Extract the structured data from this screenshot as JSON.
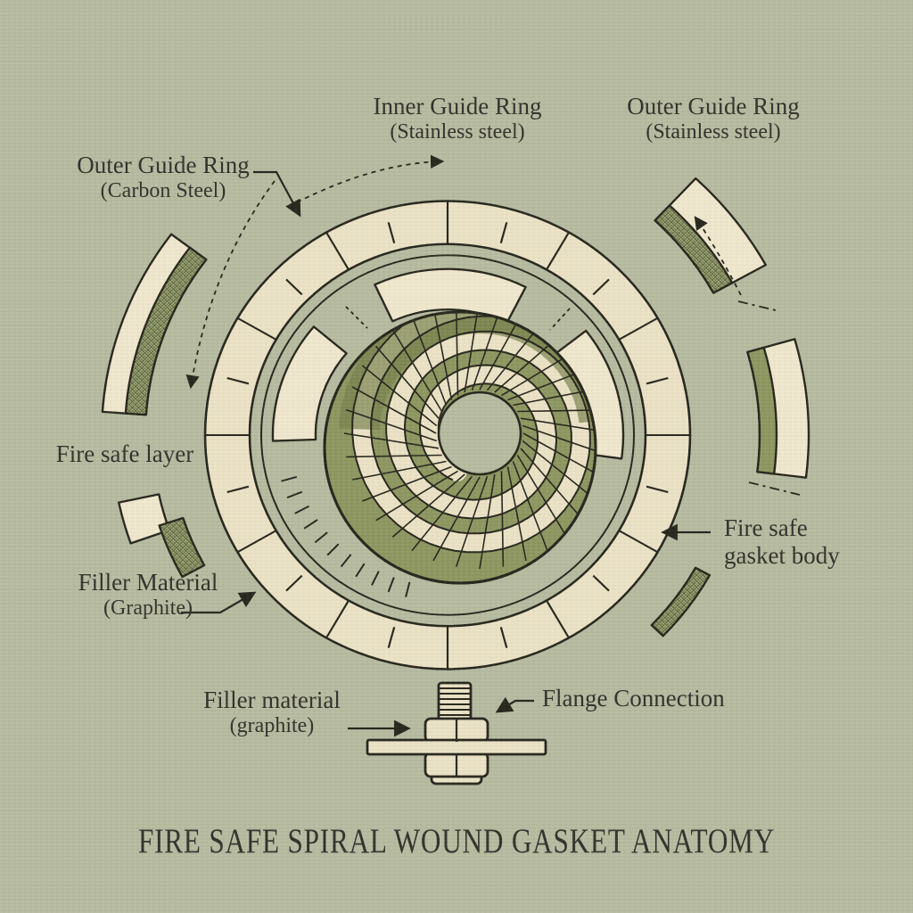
{
  "title": "FIRE SAFE SPIRAL WOUND GASKET ANATOMY",
  "labels": {
    "inner_guide_ring": {
      "name": "Inner Guide Ring",
      "material": "(Stainless steel)"
    },
    "outer_guide_ring_right": {
      "name": "Outer Guide Ring",
      "material": "(Stainless steel)"
    },
    "outer_guide_ring_left": {
      "name": "Outer Guide Ring",
      "material": "(Carbon Steel)"
    },
    "fire_safe_layer": {
      "name": "Fire safe layer"
    },
    "filler_material_upper": {
      "name": "Filler Material",
      "material": "(Graphite)"
    },
    "fire_safe_gasket_body": {
      "line1": "Fire safe",
      "line2": "gasket body"
    },
    "filler_material_lower": {
      "name": "Filler material",
      "material": "(graphite)"
    },
    "flange_connection": {
      "name": "Flange Connection"
    }
  },
  "colors": {
    "background": "#b7bba0",
    "cream": "#ece3c6",
    "cream_light": "#f0e8cd",
    "olive": "#8e9760",
    "olive_dark": "#76804b",
    "hatch_base": "#a8ad7c",
    "hatch_line": "#55603a",
    "ink": "#26261c",
    "text": "#32312a"
  }
}
